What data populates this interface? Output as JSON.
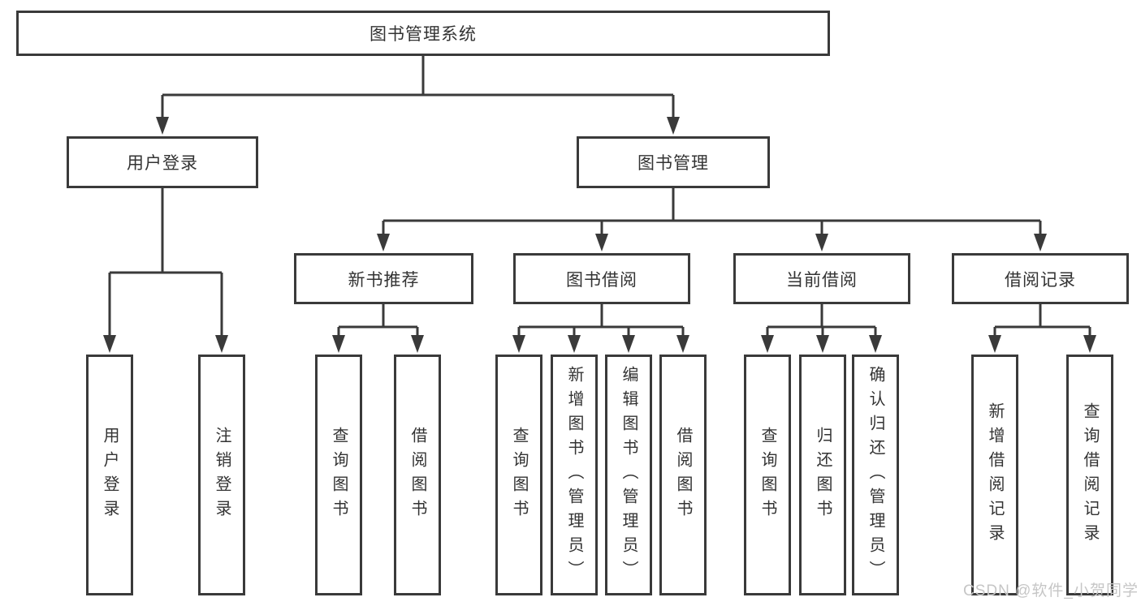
{
  "diagram": {
    "root": {
      "label": "图书管理系统"
    },
    "level2": [
      {
        "label": "用户登录",
        "children": [
          "用户登录",
          "注销登录"
        ]
      },
      {
        "label": "图书管理"
      }
    ],
    "level3": [
      {
        "label": "新书推荐",
        "children": [
          "查询图书",
          "借阅图书"
        ]
      },
      {
        "label": "图书借阅",
        "children": [
          "查询图书",
          "新增图书（管理员）",
          "编辑图书（管理员）",
          "借阅图书"
        ]
      },
      {
        "label": "当前借阅",
        "children": [
          "查询图书",
          "归还图书",
          "确认归还（管理员）"
        ]
      },
      {
        "label": "借阅记录",
        "children": [
          "新增借阅记录",
          "查询借阅记录"
        ]
      }
    ]
  },
  "watermark": {
    "text": "CSDN @软件_小贺同学",
    "color": "#c6c6c6"
  },
  "colors": {
    "line": "#3a3a3a",
    "box_border": "#3a3a3a",
    "text": "#333333",
    "background": "#ffffff"
  }
}
